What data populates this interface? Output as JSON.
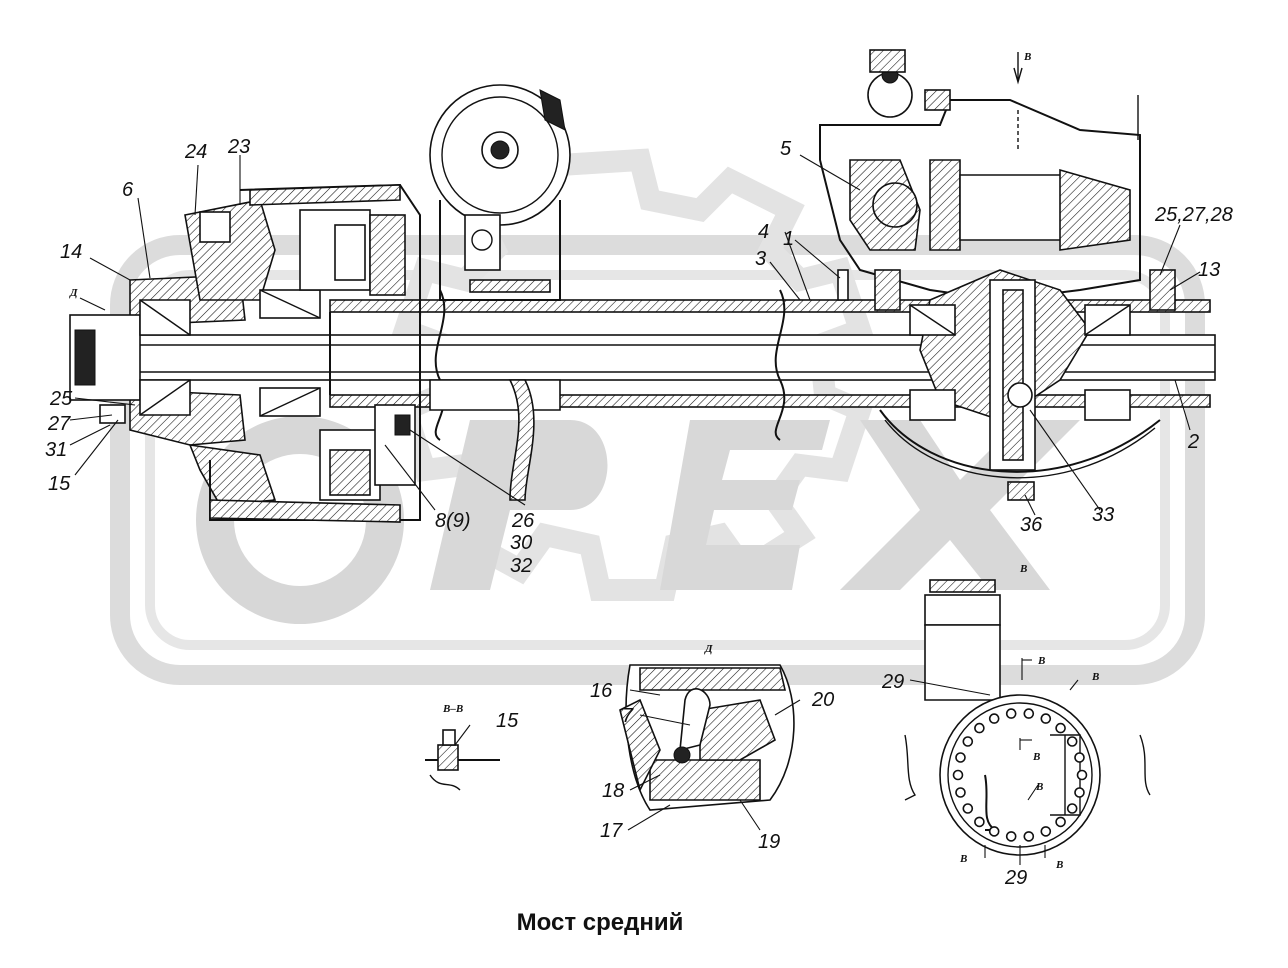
{
  "title": "Мост средний",
  "watermark": "OPEX",
  "colors": {
    "line": "#111111",
    "watermark": "#d9d9d9",
    "background": "#ffffff"
  },
  "callouts": [
    {
      "id": "c1",
      "text": "1"
    },
    {
      "id": "c2",
      "text": "2"
    },
    {
      "id": "c3",
      "text": "3"
    },
    {
      "id": "c4",
      "text": "4"
    },
    {
      "id": "c5",
      "text": "5"
    },
    {
      "id": "c6",
      "text": "6"
    },
    {
      "id": "c7",
      "text": "7"
    },
    {
      "id": "c8",
      "text": "8(9)"
    },
    {
      "id": "c13",
      "text": "13"
    },
    {
      "id": "c14",
      "text": "14"
    },
    {
      "id": "c15a",
      "text": "15"
    },
    {
      "id": "c15b",
      "text": "15"
    },
    {
      "id": "c16",
      "text": "16"
    },
    {
      "id": "c17",
      "text": "17"
    },
    {
      "id": "c18",
      "text": "18"
    },
    {
      "id": "c19",
      "text": "19"
    },
    {
      "id": "c20",
      "text": "20"
    },
    {
      "id": "c23",
      "text": "23"
    },
    {
      "id": "c24",
      "text": "24"
    },
    {
      "id": "c25",
      "text": "25"
    },
    {
      "id": "c25b",
      "text": "25,27,28"
    },
    {
      "id": "c26",
      "text": "26"
    },
    {
      "id": "c27",
      "text": "27"
    },
    {
      "id": "c29a",
      "text": "29"
    },
    {
      "id": "c29b",
      "text": "29"
    },
    {
      "id": "c30",
      "text": "30"
    },
    {
      "id": "c31",
      "text": "31"
    },
    {
      "id": "c32",
      "text": "32"
    },
    {
      "id": "c33",
      "text": "33"
    },
    {
      "id": "c36",
      "text": "36"
    }
  ],
  "view_marks": {
    "d_main": "Д",
    "d_detail": "Д",
    "b_top": "В",
    "b_bottom": "В",
    "b_section": "В–В",
    "b1": "В",
    "b2": "В",
    "b3": "В",
    "b4": "В",
    "b5": "В",
    "b6": "В"
  }
}
